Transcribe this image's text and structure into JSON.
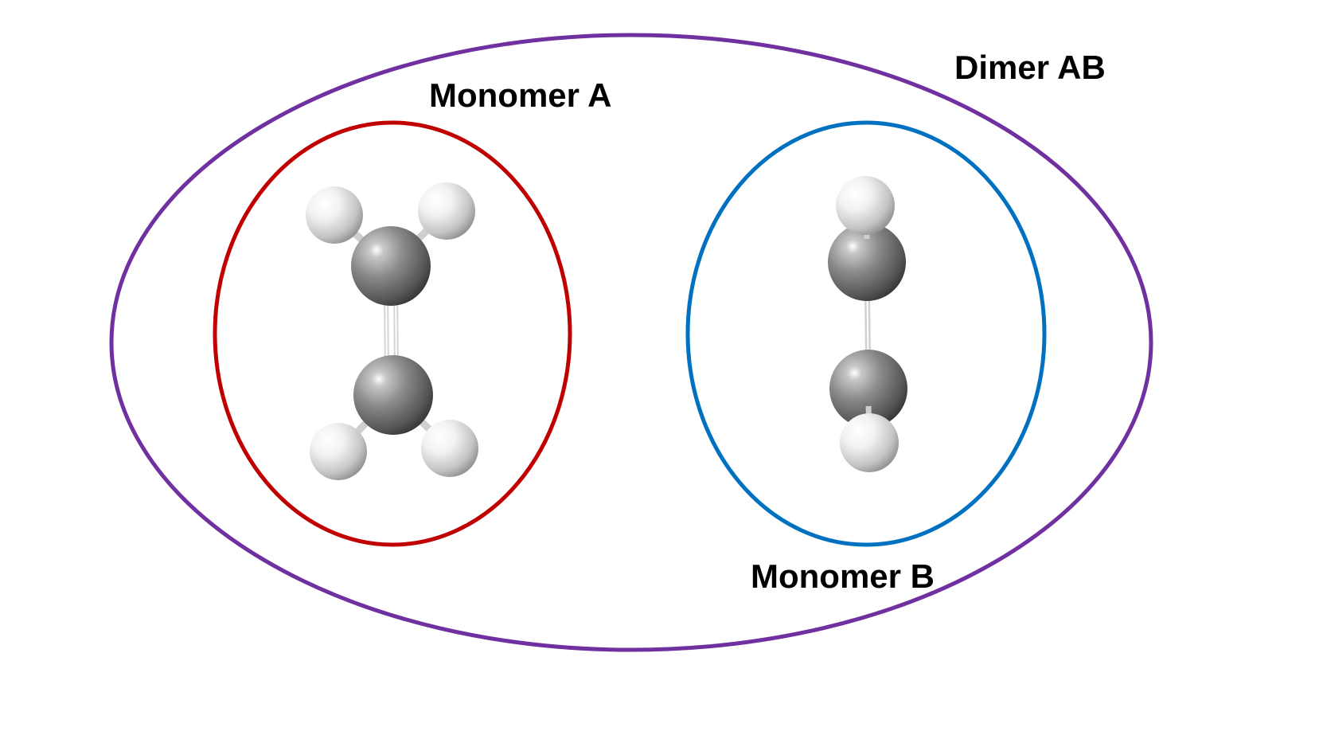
{
  "labels": {
    "dimer": "Dimer AB",
    "monomer_a": "Monomer A",
    "monomer_b": "Monomer B"
  },
  "colors": {
    "dimer_outline": "#7030A0",
    "monomer_a_outline": "#C00000",
    "monomer_b_outline": "#0070C0",
    "carbon_atom": "#808080",
    "hydrogen_atom": "#E6E6E6",
    "bond": "#CFCFCF"
  },
  "molecules": {
    "monomer_a": {
      "atoms": [
        "C",
        "C",
        "H",
        "H",
        "H",
        "H"
      ],
      "bonds": [
        "C=C",
        "C-H",
        "C-H",
        "C-H",
        "C-H"
      ]
    },
    "monomer_b": {
      "atoms": [
        "C",
        "C",
        "H",
        "H"
      ],
      "bonds": [
        "C-C",
        "C-H",
        "C-H"
      ]
    }
  }
}
